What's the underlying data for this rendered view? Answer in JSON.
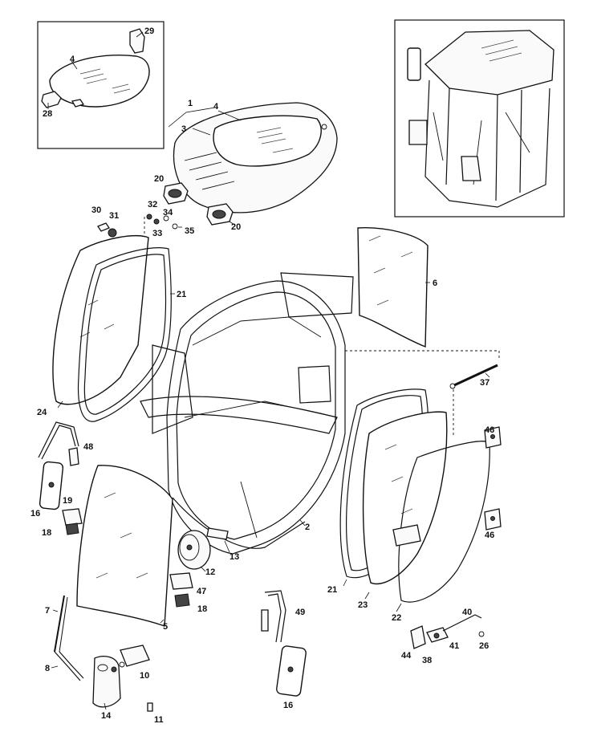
{
  "labels": {
    "l1": "1",
    "l2": "2",
    "l3": "3",
    "l4_main": "4",
    "l4_inset": "4",
    "l5": "5",
    "l6": "6",
    "l7": "7",
    "l8": "8",
    "l10": "10",
    "l11": "11",
    "l12": "12",
    "l13": "13",
    "l14": "14",
    "l16a": "16",
    "l16b": "16",
    "l18a": "18",
    "l18b": "18",
    "l19": "19",
    "l20a": "20",
    "l20b": "20",
    "l21a": "21",
    "l21b": "21",
    "l22": "22",
    "l23": "23",
    "l24": "24",
    "l26": "26",
    "l28": "28",
    "l29": "29",
    "l30": "30",
    "l31": "31",
    "l32": "32",
    "l33": "33",
    "l34": "34",
    "l35": "35",
    "l37": "37",
    "l38": "38",
    "l40": "40",
    "l41": "41",
    "l44": "44",
    "l46a": "46",
    "l46b": "46",
    "l47": "47",
    "l48": "48",
    "l49": "49"
  }
}
